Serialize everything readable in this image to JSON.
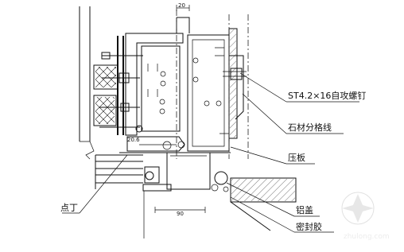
{
  "labels": {
    "screw": "ST4.2×16自攻螺钉",
    "stone_line": "石材分格线",
    "pressure_plate": "压板",
    "point_fixing": "点丁",
    "cover": "铝盖",
    "sealant": "密封胶"
  },
  "dimensions": {
    "top_gap": "20",
    "span": "90",
    "small_gap": "20.6"
  },
  "watermark": "zhulong.com"
}
